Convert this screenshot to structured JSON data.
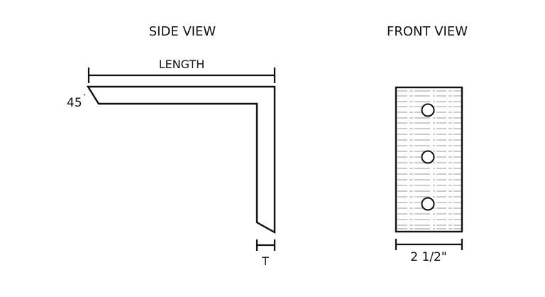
{
  "side_view": {
    "title": "SIDE VIEW",
    "length_label": "LENGTH",
    "angle_label": "45",
    "degree_symbol": "°",
    "thickness_label": "T"
  },
  "front_view": {
    "title": "FRONT VIEW",
    "width_label": "2 1/2\"",
    "hole_count": 3
  },
  "colors": {
    "stroke": "#111111",
    "background": "#ffffff",
    "grain": "#9a9a9a"
  }
}
